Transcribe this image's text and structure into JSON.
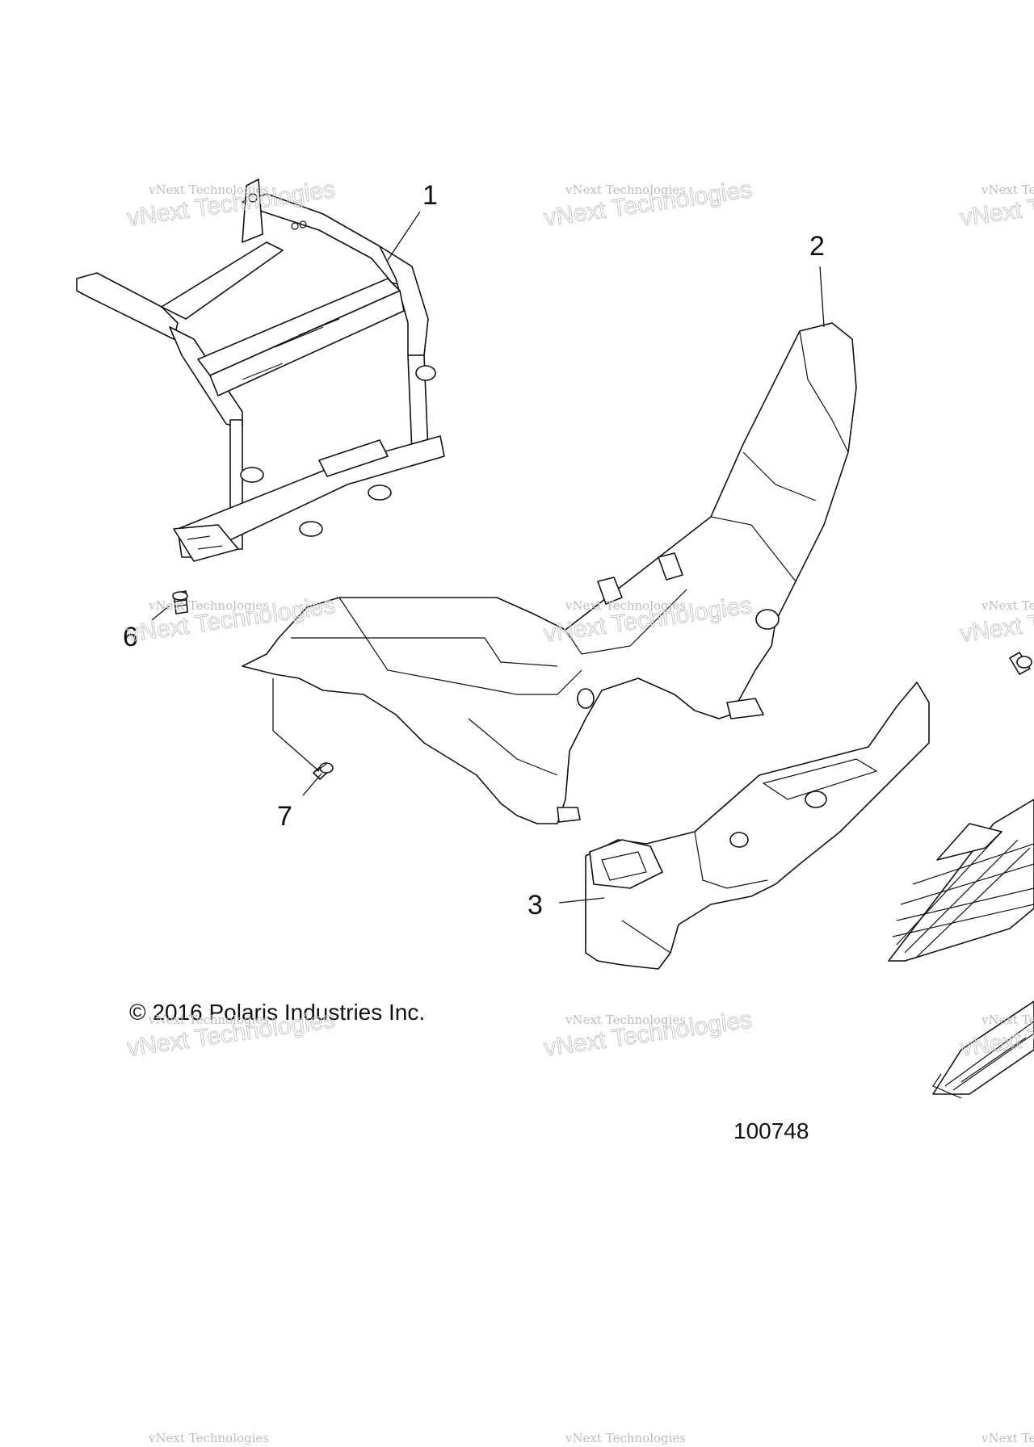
{
  "callouts": [
    {
      "id": "1",
      "label": "1"
    },
    {
      "id": "2",
      "label": "2"
    },
    {
      "id": "3",
      "label": "3"
    },
    {
      "id": "6",
      "label": "6"
    },
    {
      "id": "7",
      "label": "7"
    }
  ],
  "copyright": "© 2016 Polaris Industries Inc.",
  "figure_number": "100748",
  "watermark": {
    "line1": "vNext Technologies",
    "line2": "vNext Technologies"
  }
}
